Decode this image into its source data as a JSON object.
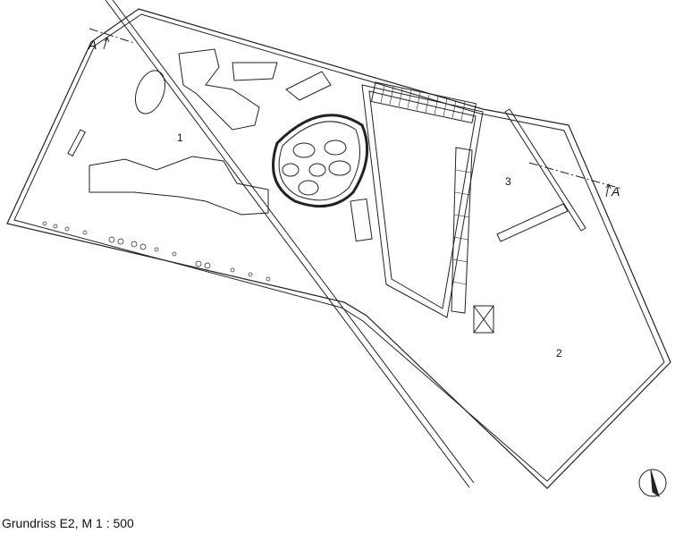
{
  "plan": {
    "caption": "Grundriss E2, M 1 : 500",
    "rooms": [
      "1",
      "2",
      "3"
    ],
    "section_marker": "A",
    "north_arrow": "north-arrow-icon"
  }
}
